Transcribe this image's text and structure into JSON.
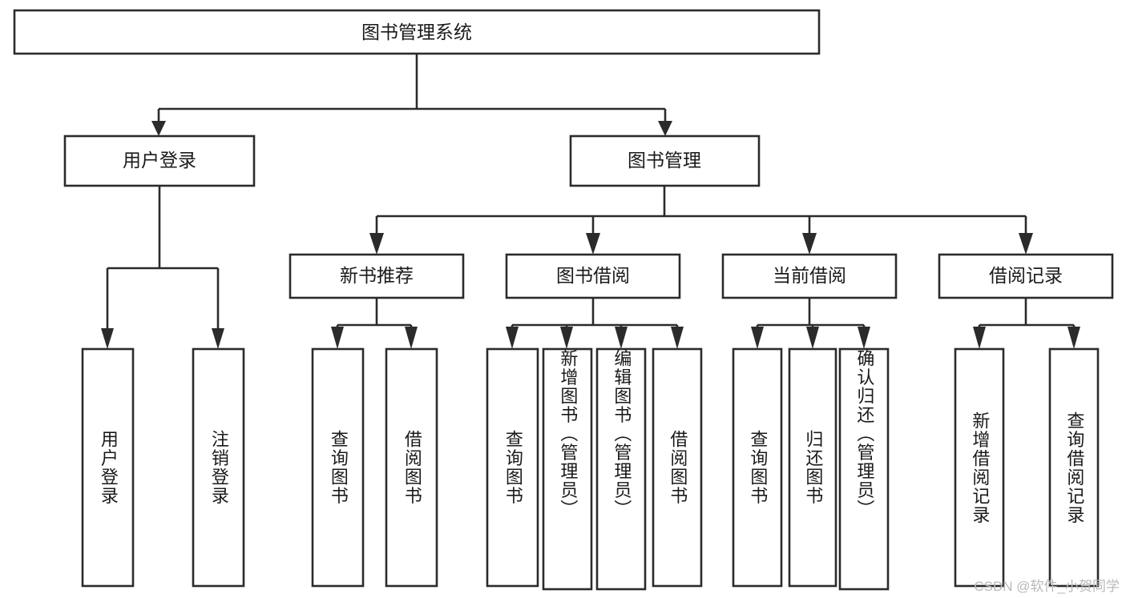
{
  "diagram": {
    "type": "tree",
    "title": "图书管理系统",
    "orientation": "top-down",
    "watermark": "CSDN @软件_小贺同学",
    "colors": {
      "box_stroke": "#2b2b2b",
      "box_fill": "#ffffff",
      "text": "#1a1a1a",
      "background": "#ffffff",
      "watermark": "#b9b9b9"
    },
    "nodes": {
      "root": {
        "label": "图书管理系统"
      },
      "level2": [
        {
          "id": "user-login",
          "label": "用户登录"
        },
        {
          "id": "book-manage",
          "label": "图书管理"
        }
      ],
      "level3": [
        {
          "id": "new-book-recommend",
          "label": "新书推荐"
        },
        {
          "id": "book-borrow",
          "label": "图书借阅"
        },
        {
          "id": "current-borrow",
          "label": "当前借阅"
        },
        {
          "id": "borrow-record",
          "label": "借阅记录"
        }
      ],
      "level4": [
        {
          "id": "leaf-user-login",
          "label": "用户登录",
          "parent": "user-login"
        },
        {
          "id": "leaf-logout",
          "label": "注销登录",
          "parent": "user-login"
        },
        {
          "id": "leaf-query-book-1",
          "label": "查询图书",
          "parent": "new-book-recommend"
        },
        {
          "id": "leaf-borrow-book-1",
          "label": "借阅图书",
          "parent": "new-book-recommend"
        },
        {
          "id": "leaf-query-book-2",
          "label": "查询图书",
          "parent": "book-borrow"
        },
        {
          "id": "leaf-add-book",
          "label": "新增图书（管理员）",
          "parent": "book-borrow"
        },
        {
          "id": "leaf-edit-book",
          "label": "编辑图书（管理员）",
          "parent": "book-borrow"
        },
        {
          "id": "leaf-borrow-book-2",
          "label": "借阅图书",
          "parent": "book-borrow"
        },
        {
          "id": "leaf-query-book-3",
          "label": "查询图书",
          "parent": "current-borrow"
        },
        {
          "id": "leaf-return-book",
          "label": "归还图书",
          "parent": "current-borrow"
        },
        {
          "id": "leaf-confirm-return",
          "label": "确认归还（管理员）",
          "parent": "current-borrow"
        },
        {
          "id": "leaf-add-record",
          "label": "新增借阅记录",
          "parent": "borrow-record"
        },
        {
          "id": "leaf-query-record",
          "label": "查询借阅记录",
          "parent": "borrow-record"
        }
      ]
    }
  }
}
